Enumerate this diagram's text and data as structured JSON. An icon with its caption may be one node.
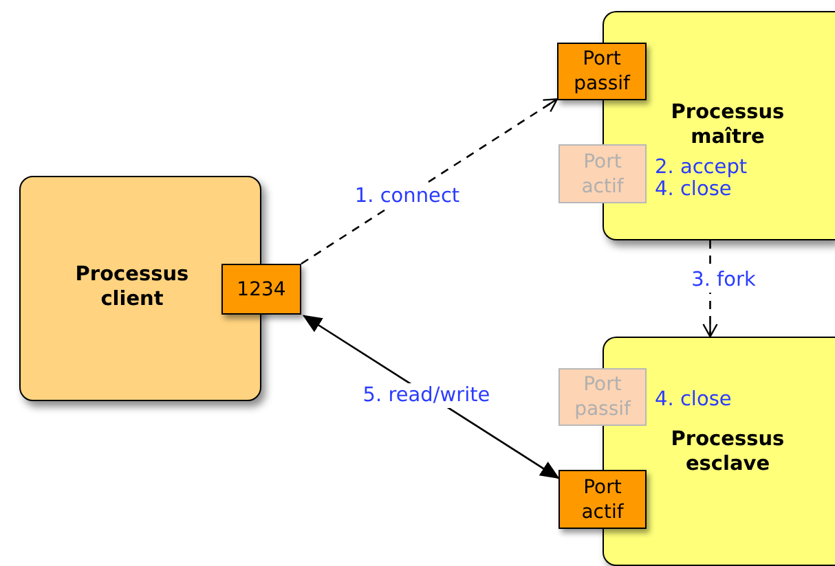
{
  "diagram": {
    "nodes": [
      {
        "text": [
          "Processus client"
        ]
      },
      {
        "text": [
          "1234"
        ]
      },
      {
        "text": [
          "Processus maître",
          "2. accept",
          "4. close"
        ]
      },
      {
        "text": [
          "Port passif"
        ]
      },
      {
        "text": [
          "Port actif"
        ]
      },
      {
        "text": [
          "4. close",
          "Processus esclave"
        ]
      },
      {
        "text": [
          "Port passif"
        ]
      },
      {
        "text": [
          "Port actif"
        ]
      }
    ],
    "edges": [
      {
        "from": 1,
        "to": 3,
        "arrow": "to",
        "label": "1. connect",
        "style": "dashed"
      },
      {
        "from": 2,
        "to": 5,
        "arrow": "to",
        "label": "3. fork",
        "style": "dashed"
      },
      {
        "from": 7,
        "to": 1,
        "arrow": "both",
        "label": "5. read/write"
      }
    ]
  }
}
